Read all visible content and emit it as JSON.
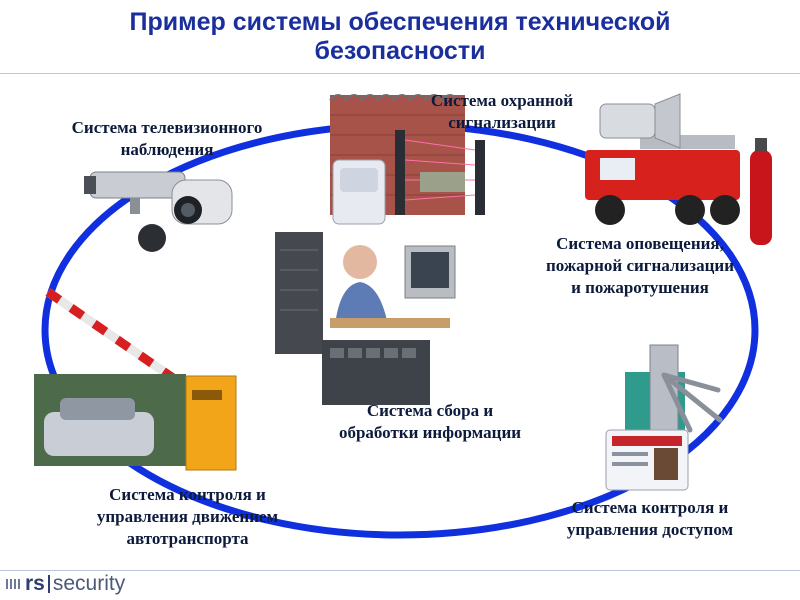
{
  "title_lines": [
    "Пример системы обеспечения технической",
    "безопасности"
  ],
  "nodes": {
    "tv": [
      "Система телевизионного",
      "наблюдения"
    ],
    "alarm": [
      "Система охранной",
      "сигнализации"
    ],
    "fire": [
      "Система оповещения,",
      "пожарной сигнализации",
      "и пожаротушения"
    ],
    "central": [
      "Система сбора и",
      "обработки информации"
    ],
    "vehicle": [
      "Система контроля и",
      "управления движением",
      "автотранспорта"
    ],
    "access": [
      "Система контроля и",
      "управления доступом"
    ]
  },
  "footer": {
    "logo_rs": "rs",
    "logo_word": "security"
  },
  "colors": {
    "title": "#1a2f9c",
    "ring": "#1030e0",
    "label": "#0c1a3c"
  }
}
